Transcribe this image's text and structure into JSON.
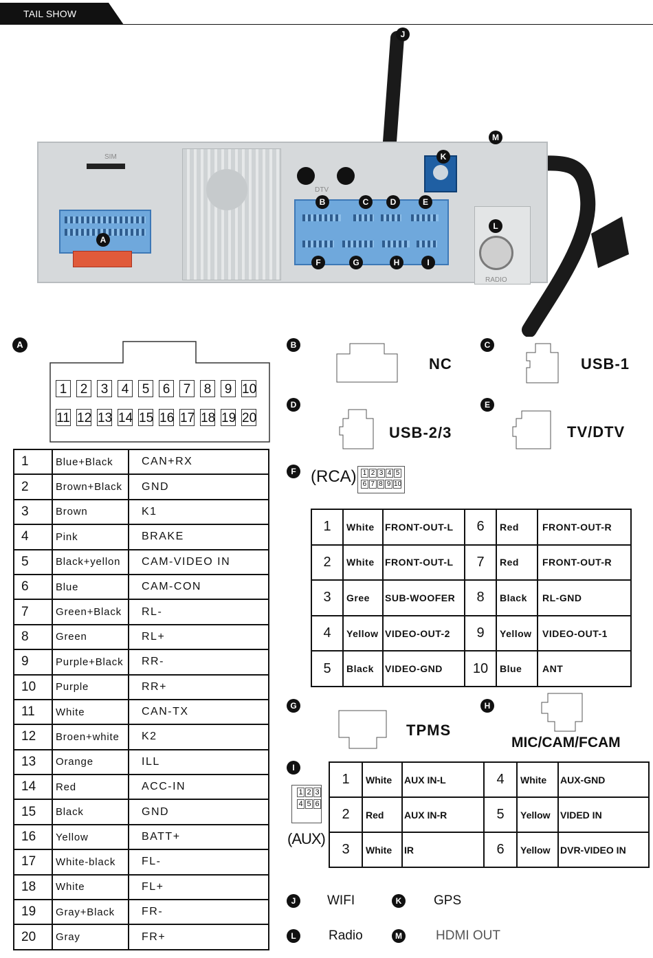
{
  "header": {
    "tab_label": "TAIL SHOW"
  },
  "photo": {
    "sim_label": "SIM",
    "dtv_label": "DTV",
    "radio_label": "RADIO",
    "markers": [
      "A",
      "B",
      "C",
      "D",
      "E",
      "F",
      "G",
      "H",
      "I",
      "J",
      "K",
      "L",
      "M"
    ]
  },
  "connector_a": {
    "marker": "A",
    "row1": [
      "1",
      "2",
      "3",
      "4",
      "5",
      "6",
      "7",
      "8",
      "9",
      "10"
    ],
    "row2": [
      "11",
      "12",
      "13",
      "14",
      "15",
      "16",
      "17",
      "18",
      "19",
      "20"
    ]
  },
  "table_a": [
    {
      "pin": "1",
      "color": "Blue+Black",
      "signal": "CAN+RX"
    },
    {
      "pin": "2",
      "color": "Brown+Black",
      "signal": "GND"
    },
    {
      "pin": "3",
      "color": "Brown",
      "signal": "K1"
    },
    {
      "pin": "4",
      "color": "Pink",
      "signal": "BRAKE"
    },
    {
      "pin": "5",
      "color": "Black+yellon",
      "signal": "CAM-VIDEO IN"
    },
    {
      "pin": "6",
      "color": "Blue",
      "signal": "CAM-CON"
    },
    {
      "pin": "7",
      "color": "Green+Black",
      "signal": "RL-"
    },
    {
      "pin": "8",
      "color": "Green",
      "signal": "RL+"
    },
    {
      "pin": "9",
      "color": "Purple+Black",
      "signal": "RR-"
    },
    {
      "pin": "10",
      "color": "Purple",
      "signal": "RR+"
    },
    {
      "pin": "11",
      "color": "White",
      "signal": "CAN-TX"
    },
    {
      "pin": "12",
      "color": "Broen+white",
      "signal": "K2"
    },
    {
      "pin": "13",
      "color": "Orange",
      "signal": "ILL"
    },
    {
      "pin": "14",
      "color": "Red",
      "signal": "ACC-IN"
    },
    {
      "pin": "15",
      "color": "Black",
      "signal": "GND"
    },
    {
      "pin": "16",
      "color": "Yellow",
      "signal": "BATT+"
    },
    {
      "pin": "17",
      "color": "White-black",
      "signal": "FL-"
    },
    {
      "pin": "18",
      "color": "White",
      "signal": "FL+"
    },
    {
      "pin": "19",
      "color": "Gray+Black",
      "signal": "FR-"
    },
    {
      "pin": "20",
      "color": "Gray",
      "signal": "FR+"
    }
  ],
  "connectors": {
    "b": {
      "marker": "B",
      "label": "NC"
    },
    "c": {
      "marker": "C",
      "label": "USB-1"
    },
    "d": {
      "marker": "D",
      "label": "USB-2/3"
    },
    "e": {
      "marker": "E",
      "label": "TV/DTV"
    },
    "f": {
      "marker": "F",
      "label": "(RCA)",
      "pins_top": [
        "1",
        "2",
        "3",
        "4",
        "5"
      ],
      "pins_bottom": [
        "6",
        "7",
        "8",
        "9",
        "10"
      ]
    },
    "g": {
      "marker": "G",
      "label": "TPMS"
    },
    "h": {
      "marker": "H",
      "label": "MIC/CAM/FCAM"
    },
    "i": {
      "marker": "I",
      "label": "(AUX)",
      "pins_top": [
        "1",
        "2",
        "3"
      ],
      "pins_bottom": [
        "4",
        "5",
        "6"
      ]
    }
  },
  "table_f": [
    {
      "p1": "1",
      "c1": "White",
      "s1": "FRONT-OUT-L",
      "p2": "6",
      "c2": "Red",
      "s2": "FRONT-OUT-R"
    },
    {
      "p1": "2",
      "c1": "White",
      "s1": "FRONT-OUT-L",
      "p2": "7",
      "c2": "Red",
      "s2": "FRONT-OUT-R"
    },
    {
      "p1": "3",
      "c1": "Gree",
      "s1": "SUB-WOOFER",
      "p2": "8",
      "c2": "Black",
      "s2": "RL-GND"
    },
    {
      "p1": "4",
      "c1": "Yellow",
      "s1": "VIDEO-OUT-2",
      "p2": "9",
      "c2": "Yellow",
      "s2": "VIDEO-OUT-1"
    },
    {
      "p1": "5",
      "c1": "Black",
      "s1": "VIDEO-GND",
      "p2": "10",
      "c2": "Blue",
      "s2": "ANT"
    }
  ],
  "table_i": [
    {
      "p1": "1",
      "c1": "White",
      "s1": "AUX IN-L",
      "p2": "4",
      "c2": "White",
      "s2": "AUX-GND"
    },
    {
      "p1": "2",
      "c1": "Red",
      "s1": "AUX IN-R",
      "p2": "5",
      "c2": "Yellow",
      "s2": "VIDED IN"
    },
    {
      "p1": "3",
      "c1": "White",
      "s1": "IR",
      "p2": "6",
      "c2": "Yellow",
      "s2": "DVR-VIDEO IN"
    }
  ],
  "legend": [
    {
      "marker": "J",
      "label": "WIFI"
    },
    {
      "marker": "K",
      "label": "GPS"
    },
    {
      "marker": "L",
      "label": "Radio"
    },
    {
      "marker": "M",
      "label": "HDMI OUT"
    }
  ]
}
